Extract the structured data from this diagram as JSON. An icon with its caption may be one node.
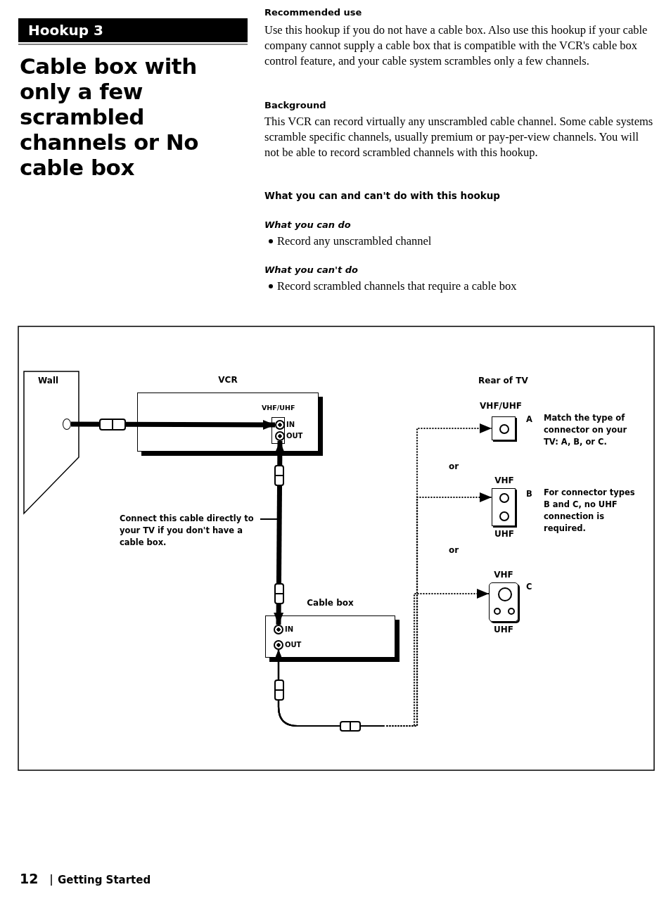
{
  "diagram": {
    "title": "Cable box with only a few scrambled channels or No cable box",
    "nodes": [
      {
        "text": [
          "Wall"
        ]
      },
      {
        "text": [],
        "shape": "circle",
        "in": 0
      },
      {
        "text": [
          "VCR"
        ]
      },
      {
        "text": [
          "VHF/UHF"
        ],
        "in": 2
      },
      {
        "text": [
          "IN"
        ],
        "in": 3
      },
      {
        "text": [
          "OUT"
        ],
        "in": 3
      },
      {
        "text": [
          "Cable box"
        ]
      },
      {
        "text": [
          "IN"
        ],
        "in": 6
      },
      {
        "text": [
          "OUT"
        ],
        "in": 6
      },
      {
        "text": [
          "VHF/UHF"
        ],
        "beside": [
          "A",
          "Match the type of connector on your TV: A, B, or C."
        ]
      },
      {
        "text": [
          "VHF",
          "UHF"
        ],
        "beside": [
          "B",
          "For connector types B and C, no UHF connection is required."
        ]
      },
      {
        "text": [
          "VHF",
          "UHF"
        ],
        "beside": [
          "C"
        ]
      },
      {
        "text": [
          "Connect this cable directly to your TV if you don't have a cable box."
        ]
      }
    ],
    "edges": [
      {
        "from": 1,
        "to": 4,
        "arrow": "to",
        "style": "thick"
      },
      {
        "from": 5,
        "to": 7,
        "arrow": "both",
        "style": "thick"
      },
      {
        "from": 8,
        "to": 9,
        "arrow": "both",
        "style": "dashed"
      },
      {
        "from": 8,
        "to": 10,
        "arrow": "both",
        "style": "dashed"
      },
      {
        "from": 8,
        "to": 11,
        "arrow": "both",
        "style": "dashed"
      },
      {
        "from": 12,
        "to": null,
        "arrow": "none"
      }
    ],
    "labels": [
      "Hookup 3",
      "Recommended use",
      "Use this hookup if you do not have a cable box. Also use this hookup if your cable company cannot supply a cable box that is compatible with the VCR's cable box control feature, and your cable system scrambles only a few channels.",
      "Background",
      "This VCR can record virtually any unscrambled cable channel. Some cable systems scramble specific channels, usually premium or pay-per-view channels. You will not be able to record scrambled channels with this hookup.",
      "What you can and can't do with this hookup",
      "What you can do",
      "Record any unscrambled channel",
      "What you can't do",
      "Record scrambled channels that require a cable box",
      "Rear of TV",
      "or",
      "or",
      "12",
      "Getting Started"
    ]
  }
}
